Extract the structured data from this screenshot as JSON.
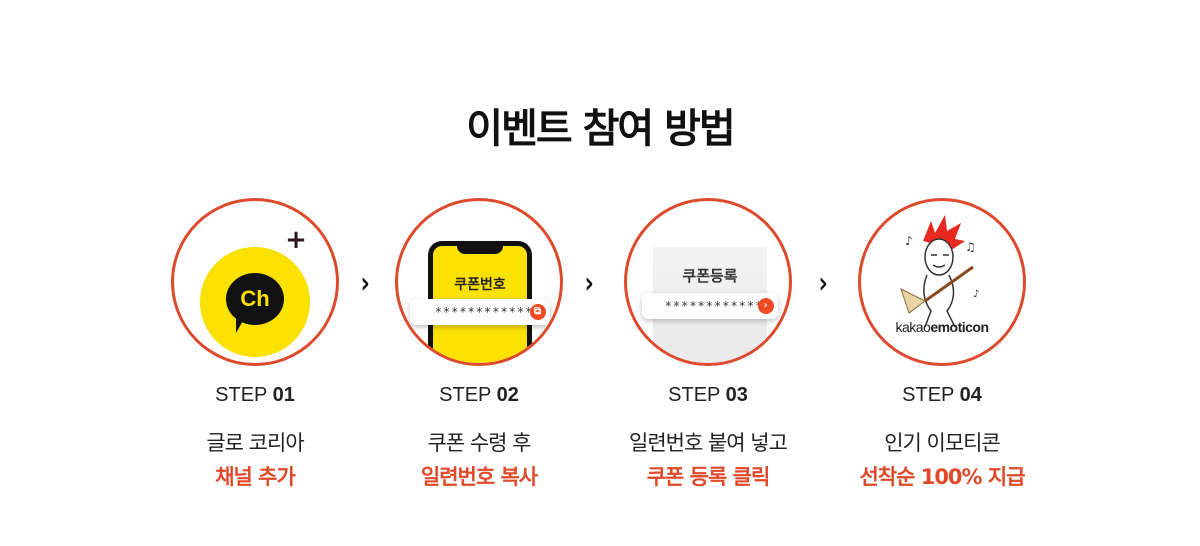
{
  "title": "이벤트 참여 방법",
  "arrow_glyph": "›",
  "accent_color": "#e04a2a",
  "steps": [
    {
      "step_word": "STEP",
      "step_num": "01",
      "line1": "글로 코리아",
      "line2": "채널 추가",
      "icon": "kakao-channel-add-icon",
      "badge": "Ch",
      "plus": "+"
    },
    {
      "step_word": "STEP",
      "step_num": "02",
      "line1": "쿠폰 수령 후",
      "line2": "일련번호 복사",
      "icon": "phone-coupon-icon",
      "screen_text": "쿠폰번호",
      "code": "************",
      "button": "⧉"
    },
    {
      "step_word": "STEP",
      "step_num": "03",
      "line1": "일련번호 붙여 넣고",
      "line2": "쿠폰 등록 클릭",
      "icon": "coupon-register-icon",
      "screen_text": "쿠폰등록",
      "code": "************",
      "button": "›"
    },
    {
      "step_word": "STEP",
      "step_num": "04",
      "line1": "인기 이모티콘",
      "line2": "선착순 100% 지급",
      "icon": "emoticon-icon",
      "logo_a": "kakao",
      "logo_b": "emoticon"
    }
  ]
}
